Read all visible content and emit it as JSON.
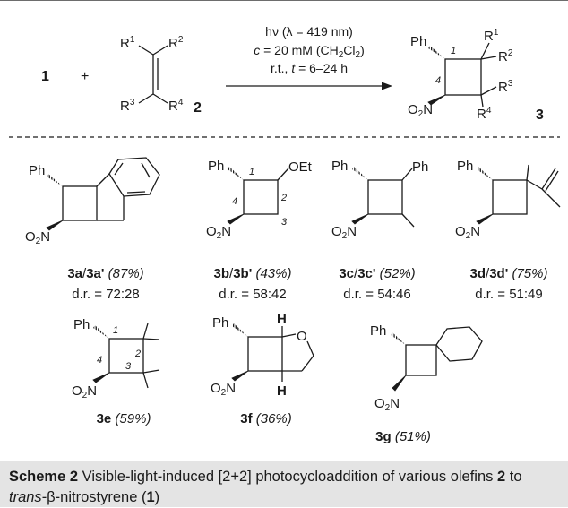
{
  "reaction": {
    "reactant1": "1",
    "plus": "+",
    "olefin_label": "2",
    "product_label": "3",
    "r1": "R",
    "r1_sup": "1",
    "r2": "R",
    "r2_sup": "2",
    "r3": "R",
    "r3_sup": "3",
    "r4": "R",
    "r4_sup": "4",
    "cond1_a": "hν (λ = 419 nm)",
    "cond2_a": "c",
    "cond2_b": " = 20 mM (CH",
    "cond2_sub": "2",
    "cond2_c": "Cl",
    "cond2_sub2": "2",
    "cond2_d": ")",
    "cond3_a": "r.t., ",
    "cond3_b": "t",
    "cond3_c": " = 6–24 h",
    "ph": "Ph",
    "no2_a": "O",
    "no2_sub": "2",
    "no2_b": "N",
    "num1": "1",
    "num4": "4"
  },
  "products": [
    {
      "id": "3a/3a'",
      "bold_a": "3a",
      "sep": "/",
      "bold_b": "3a'",
      "yield": "(87%)",
      "dr": "d.r. = 72:28"
    },
    {
      "id": "3b/3b'",
      "bold_a": "3b",
      "sep": "/",
      "bold_b": "3b'",
      "yield": "(43%)",
      "dr": "d.r. = 58:42",
      "oet": "OEt",
      "n1": "1",
      "n2": "2",
      "n3": "3",
      "n4": "4"
    },
    {
      "id": "3c/3c'",
      "bold_a": "3c",
      "sep": "/",
      "bold_b": "3c'",
      "yield": "(52%)",
      "dr": "d.r. = 54:46",
      "ph2": "Ph"
    },
    {
      "id": "3d/3d'",
      "bold_a": "3d",
      "sep": "/",
      "bold_b": "3d'",
      "yield": "(75%)",
      "dr": "d.r. = 51:49"
    },
    {
      "id": "3e",
      "bold_a": "3e",
      "yield": "(59%)",
      "n1": "1",
      "n2": "2",
      "n3": "3",
      "n4": "4"
    },
    {
      "id": "3f",
      "bold_a": "3f",
      "yield": "(36%)",
      "h": "H",
      "o": "O"
    },
    {
      "id": "3g",
      "bold_a": "3g",
      "yield": "(51%)"
    }
  ],
  "caption": {
    "label": "Scheme 2",
    "text_a": "  Visible-light-induced [2+2] photocycloaddition of various olefins ",
    "bold_2": "2",
    "text_b": " to ",
    "italic_trans": "trans",
    "text_c": "-β-nitrostyrene (",
    "bold_1": "1",
    "text_d": ")"
  },
  "colors": {
    "ink": "#1a1a1a",
    "caption_bg": "#e4e4e4",
    "rule": "#6d6d6d"
  }
}
